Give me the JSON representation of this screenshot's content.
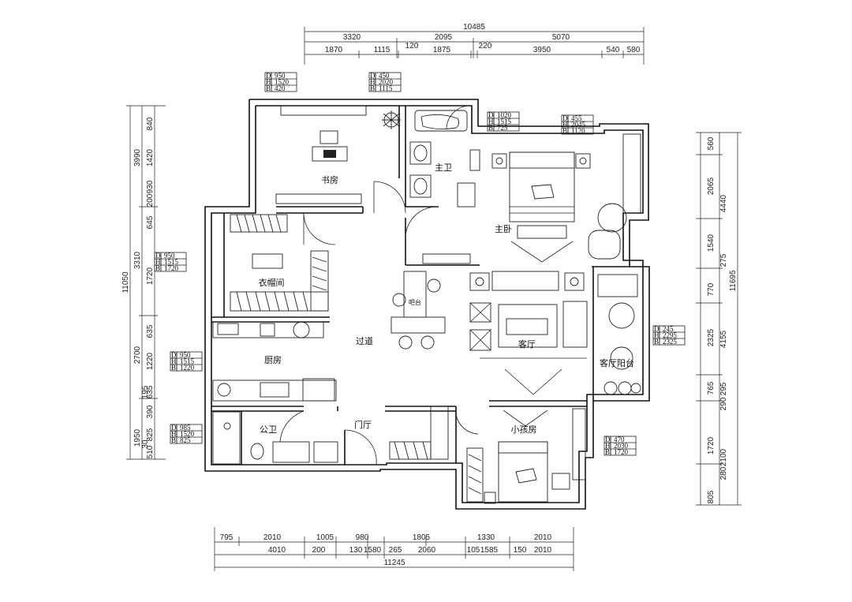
{
  "dimensions": {
    "top_overall": "10485",
    "top_row1": [
      "3320",
      "2095",
      "5070"
    ],
    "top_row2": [
      "1870",
      "1115",
      "120",
      "1875",
      "220",
      "3950",
      "540",
      "580"
    ],
    "left_overall": "11050",
    "left_row1": [
      "3990",
      "3310",
      "2700",
      "1950"
    ],
    "left_row2": [
      "840",
      "1420",
      "200",
      "930",
      "645",
      "1720",
      "635",
      "1220",
      "195",
      "635",
      "390",
      "825",
      "30",
      "510"
    ],
    "right_overall": "11695",
    "right_row1": [
      "560",
      "2065",
      "1540",
      "275",
      "770",
      "2325",
      "765",
      "1720",
      "805"
    ],
    "right_row2": [
      "4440",
      "4155",
      "295",
      "290",
      "2100",
      "280"
    ],
    "bottom_overall": "11245",
    "bottom_row1": [
      "795",
      "2010",
      "1005",
      "980",
      "1805",
      "1330",
      "2010"
    ],
    "bottom_row2": [
      "4010",
      "200",
      "130",
      "1580",
      "265",
      "2060",
      "105",
      "1585",
      "150",
      "2010"
    ]
  },
  "tags": [
    {
      "D": "950",
      "H": "1520",
      "B": "420"
    },
    {
      "D": "450",
      "H": "2020",
      "B": "1115"
    },
    {
      "D": "1020",
      "H": "1515",
      "B": "725"
    },
    {
      "D": "455",
      "H": "2045",
      "B": "1120"
    },
    {
      "D": "950",
      "H": "1515",
      "B": "1720"
    },
    {
      "D": "245",
      "H": "2295",
      "B": "2325"
    },
    {
      "D": "950",
      "H": "1515",
      "B": "1220"
    },
    {
      "D": "985",
      "H": "1520",
      "B": "825"
    },
    {
      "D": "470",
      "H": "2030",
      "B": "1720"
    }
  ],
  "rooms": {
    "study": "书房",
    "master_bath": "主卫",
    "master_bed": "主卧",
    "cloakroom": "衣帽间",
    "bar": "吧台",
    "corridor": "过道",
    "living": "客厅",
    "living_balcony": "客厅阳台",
    "kitchen": "厨房",
    "public_bath": "公卫",
    "entrance": "门厅",
    "kids_room": "小孩房"
  }
}
